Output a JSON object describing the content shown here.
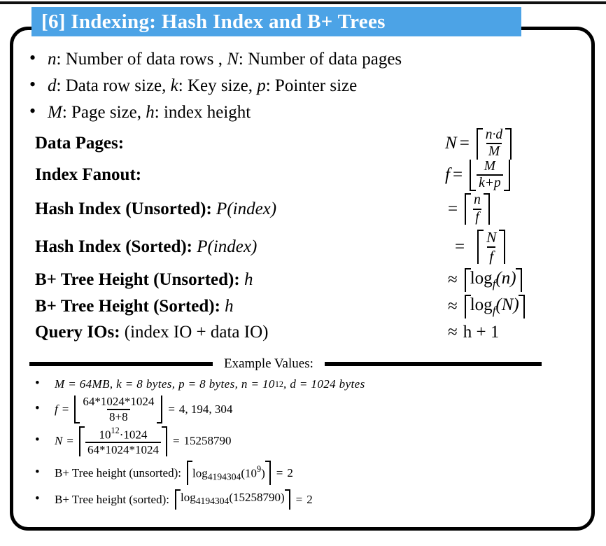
{
  "header": {
    "banner_title": "[6] Indexing: Hash Index and B+ Trees",
    "banner_color": "#4ca3e6",
    "banner_text_color": "#ffffff"
  },
  "definitions": [
    {
      "var1": "n",
      "text1": ": Number of data rows , ",
      "var2": "N",
      "text2": ": Number of data pages"
    },
    {
      "var1": "d",
      "text1": ": Data row size, ",
      "var2": "k",
      "text2": ": Key size, ",
      "var3": "p",
      "text3": ": Pointer size"
    },
    {
      "var1": "M",
      "text1": ": Page size, ",
      "var2": "h",
      "text2": ": index height"
    }
  ],
  "formulas": [
    {
      "label": "Data Pages:",
      "label_extra": "",
      "lhs": "N",
      "relation": "=",
      "bracket": "ceil",
      "numerator": "n·d",
      "denominator": "M"
    },
    {
      "label": "Index Fanout:",
      "label_extra": "",
      "lhs": "f",
      "relation": "=",
      "bracket": "floor",
      "numerator": "M",
      "denominator": "k+p"
    },
    {
      "label": "Hash Index (Unsorted):",
      "label_extra": "P(index)",
      "lhs": "",
      "relation": "=",
      "bracket": "ceil",
      "numerator": "n",
      "denominator": "f"
    },
    {
      "label": "Hash Index (Sorted):",
      "label_extra": "P(index)",
      "lhs": "",
      "relation": "=",
      "bracket": "ceil",
      "numerator": "N",
      "denominator": "f"
    },
    {
      "label": "B+ Tree Height (Unsorted):",
      "label_extra": "h",
      "lhs": "",
      "relation": "≈",
      "bracket": "ceil",
      "expr": "log",
      "expr_sub": "f",
      "expr_arg": "(n)"
    },
    {
      "label": "B+ Tree Height (Sorted):",
      "label_extra": "h",
      "lhs": "",
      "relation": "≈",
      "bracket": "ceil",
      "expr": "log",
      "expr_sub": "f",
      "expr_arg": "(N)"
    },
    {
      "label": "Query IOs:",
      "label_extra": "(index IO + data IO)",
      "lhs": "",
      "relation": "≈",
      "plain": "h + 1"
    }
  ],
  "divider": {
    "text": "Example Values:"
  },
  "examples": [
    {
      "id": "params",
      "text": "M = 64MB, k = 8 bytes, p = 8 bytes, n = 10",
      "exp": "12",
      "text_tail": ", d = 1024 bytes"
    },
    {
      "id": "fanout",
      "lhs": "f",
      "relation": "=",
      "bracket": "floor",
      "numerator": "64*1024*1024",
      "denominator": "8+8",
      "result_relation": "=",
      "result": "4, 194, 304"
    },
    {
      "id": "pages",
      "lhs": "N",
      "relation": "=",
      "bracket": "ceil",
      "numerator_base": "10",
      "numerator_exp": "12",
      "numerator_tail": "·1024",
      "denominator": "64*1024*1024",
      "result_relation": "=",
      "result": "15258790"
    },
    {
      "id": "height-unsorted",
      "text": "B+ Tree height (unsorted):",
      "bracket": "ceil",
      "log": "log",
      "log_sub": "4194304",
      "log_arg_base": "(10",
      "log_arg_exp": "9",
      "log_arg_tail": ")",
      "result_relation": "=",
      "result": "2"
    },
    {
      "id": "height-sorted",
      "text": "B+ Tree height (sorted):",
      "bracket": "ceil",
      "log": "log",
      "log_sub": "4194304",
      "log_arg": "(15258790)",
      "result_relation": "=",
      "result": "2"
    }
  ]
}
